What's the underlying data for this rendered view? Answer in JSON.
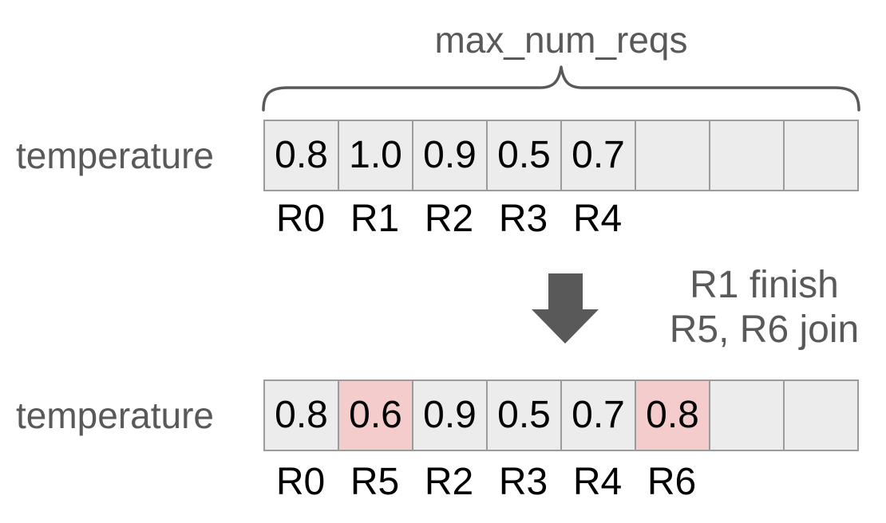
{
  "brace_label": "max_num_reqs",
  "colors": {
    "dark_gray_text": "#595959",
    "cell_background": "#ececec",
    "cell_border": "#9b9b9b",
    "highlight_pink": "#f4cccc",
    "black_text": "#000000",
    "page_background": "#ffffff"
  },
  "batches": [
    {
      "label": "temperature",
      "cells": [
        "0.8",
        "1.0",
        "0.9",
        "0.5",
        "0.7",
        "",
        "",
        ""
      ],
      "highlighted": [],
      "request_labels": [
        "R0",
        "R1",
        "R2",
        "R3",
        "R4"
      ]
    },
    {
      "label": "temperature",
      "cells": [
        "0.8",
        "0.6",
        "0.9",
        "0.5",
        "0.7",
        "0.8",
        "",
        ""
      ],
      "highlighted": [
        1,
        5
      ],
      "request_labels": [
        "R0",
        "R5",
        "R2",
        "R3",
        "R4",
        "R6"
      ]
    }
  ],
  "transition": {
    "line1": "R1 finish",
    "line2": "R5, R6 join",
    "arrow": "down-arrow"
  }
}
